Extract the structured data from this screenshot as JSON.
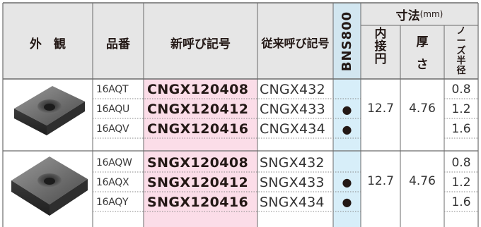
{
  "headers": {
    "appearance": "外　観",
    "product_no": "品番",
    "new_code": "新呼び記号",
    "old_code": "従来呼び記号",
    "grade": "BNS800",
    "dims_title": "寸法",
    "dims_unit": "(mm)",
    "ic_chars": [
      "内",
      "接",
      "円"
    ],
    "thick_chars": [
      "厚",
      "さ"
    ],
    "nose_chars": [
      "ノ",
      "ー",
      "ズ",
      "半",
      "径"
    ]
  },
  "groups": [
    {
      "ic": "12.7",
      "thickness": "4.76",
      "rows": [
        {
          "product_no": "16AQT",
          "new_code": "CNGX120408",
          "old_code": "CNGX432",
          "stock": "",
          "nose_radius": "0.8"
        },
        {
          "product_no": "16AQU",
          "new_code": "CNGX120412",
          "old_code": "CNGX433",
          "stock": "●",
          "nose_radius": "1.2"
        },
        {
          "product_no": "16AQV",
          "new_code": "CNGX120416",
          "old_code": "CNGX434",
          "stock": "●",
          "nose_radius": "1.6"
        }
      ]
    },
    {
      "ic": "12.7",
      "thickness": "4.76",
      "rows": [
        {
          "product_no": "16AQW",
          "new_code": "SNGX120408",
          "old_code": "SNGX432",
          "stock": "",
          "nose_radius": "0.8"
        },
        {
          "product_no": "16AQX",
          "new_code": "SNGX120412",
          "old_code": "SNGX433",
          "stock": "●",
          "nose_radius": "1.2"
        },
        {
          "product_no": "16AQY",
          "new_code": "SNGX120416",
          "old_code": "SNGX434",
          "stock": "●",
          "nose_radius": "1.6"
        }
      ]
    }
  ],
  "colors": {
    "header_bg": "#e6e6e6",
    "new_code_bg": "#fbdde8",
    "grade_col_bg": "#d7eef9",
    "rule": "#6b6b6b"
  }
}
